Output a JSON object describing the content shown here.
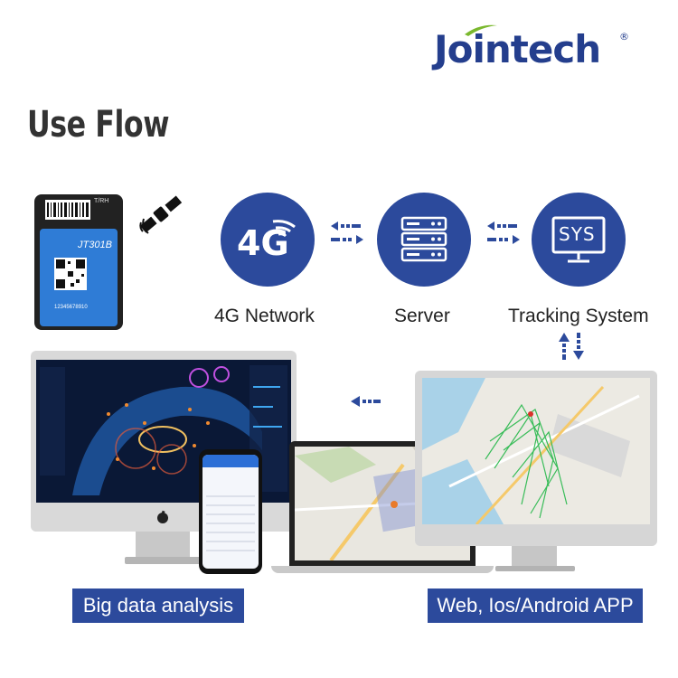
{
  "brand": {
    "name": "Jointech",
    "registered_mark": "®"
  },
  "title": "Use Flow",
  "device": {
    "model": "JT301B",
    "sensor_tag": "T/RH",
    "serial": "12345678910"
  },
  "nodes": [
    {
      "icon_text": "4G",
      "label": "4G Network",
      "icon": "wifi-signal-icon"
    },
    {
      "icon_text": "",
      "label": "Server",
      "icon": "server-rack-icon"
    },
    {
      "icon_text": "SYS",
      "label": "Tracking System",
      "icon": "monitor-sys-icon"
    }
  ],
  "captions": {
    "left": "Big data analysis",
    "right": "Web, Ios/Android APP"
  },
  "colors": {
    "primary": "#2c4a9c",
    "logo": "#243e8d",
    "logo_swoosh": "#7ab82d",
    "title": "#333333"
  }
}
